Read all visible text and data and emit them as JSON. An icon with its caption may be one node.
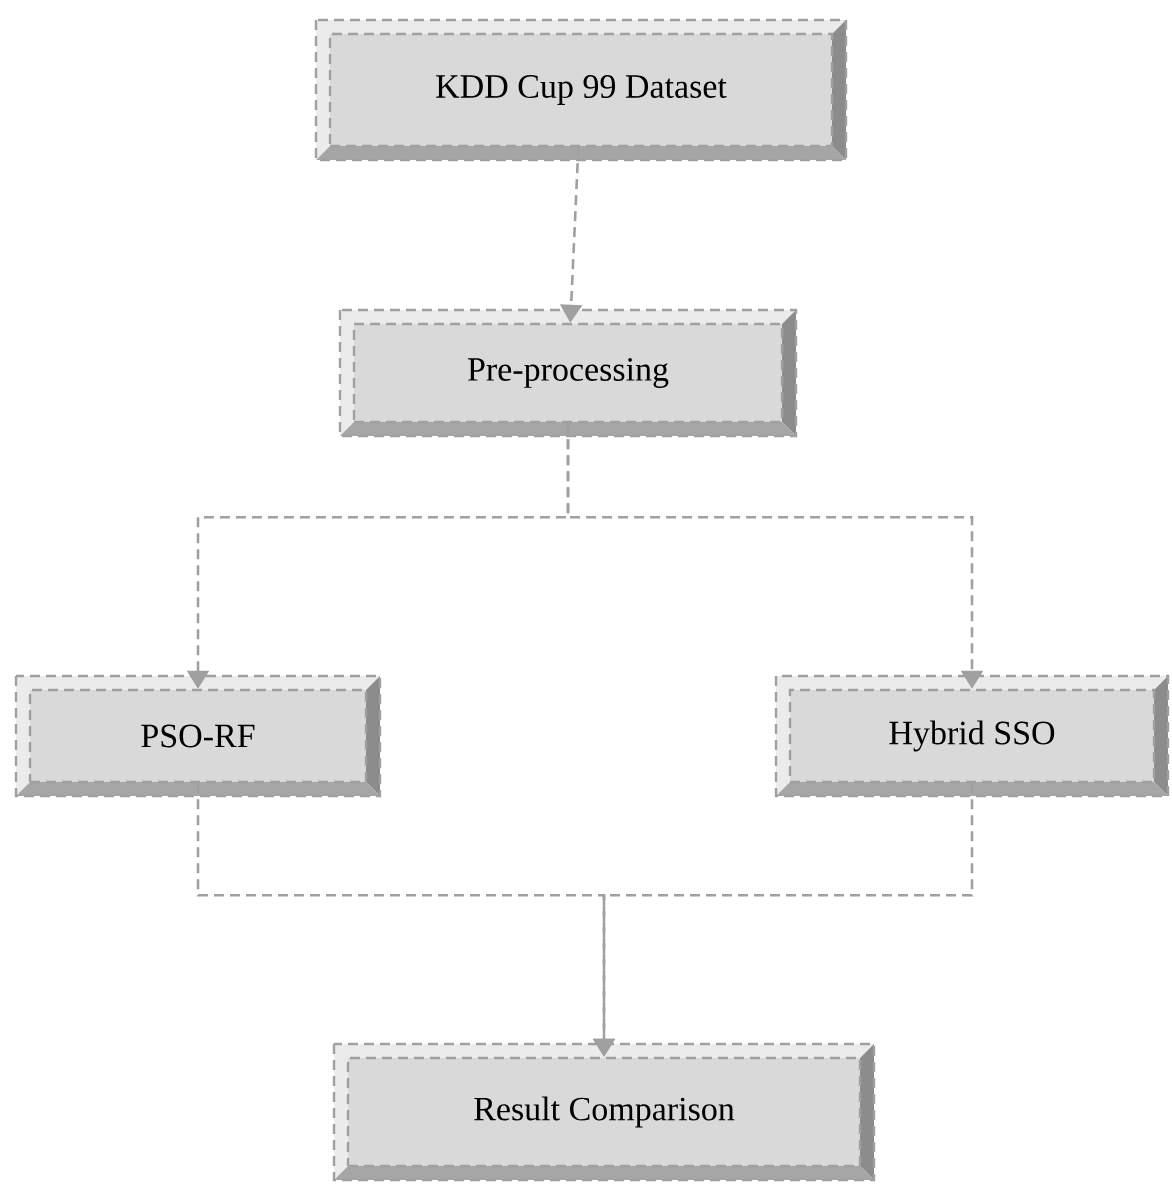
{
  "diagram": {
    "nodes": [
      {
        "text": [
          "KDD Cup 99 Dataset"
        ]
      },
      {
        "text": [
          "Pre-processing"
        ]
      },
      {
        "text": [
          "PSO-RF"
        ]
      },
      {
        "text": [
          "Hybrid SSO"
        ]
      },
      {
        "text": [
          "Result Comparison"
        ]
      }
    ],
    "edges": [
      {
        "from": 0,
        "to": 1,
        "arrow": "to"
      },
      {
        "from": 1,
        "to": 2,
        "arrow": "to"
      },
      {
        "from": 1,
        "to": 3,
        "arrow": "to"
      },
      {
        "from": 2,
        "to": 4,
        "arrow": "to"
      },
      {
        "from": 3,
        "to": 4,
        "arrow": "to"
      }
    ]
  }
}
